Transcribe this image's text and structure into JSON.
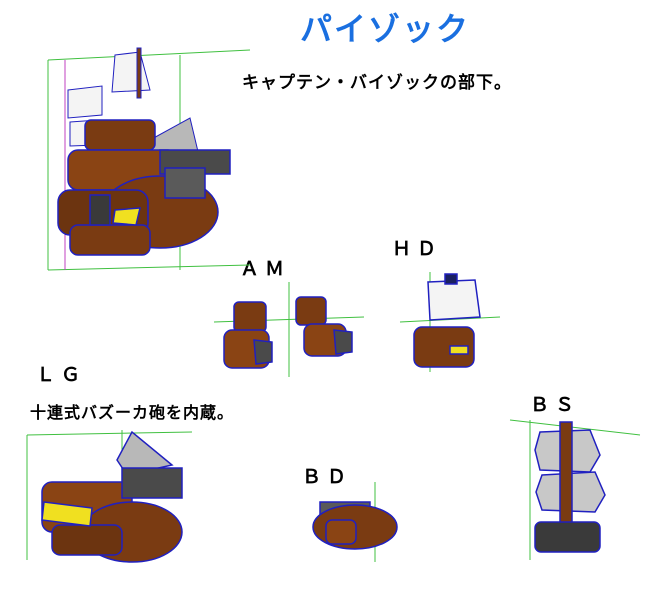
{
  "title": "パイゾック",
  "subtitle": "キャプテン・バイゾックの部下。",
  "parts": {
    "am": {
      "label": "ＡＭ"
    },
    "hd": {
      "label": "ＨＤ"
    },
    "lg": {
      "label": "ＬＧ",
      "description": "十連式バズーカ砲を内蔵。"
    },
    "bd": {
      "label": "ＢＤ"
    },
    "bs": {
      "label": "ＢＳ"
    }
  },
  "colors": {
    "title": "#1a6fe0",
    "hull": "#7a3b12",
    "sail": "#f4f4f4",
    "cannon": "#5a5a5a",
    "accent": "#f0e020",
    "wire": "#2020c0",
    "guide_green": "#40c040",
    "guide_magenta": "#c040c0"
  }
}
